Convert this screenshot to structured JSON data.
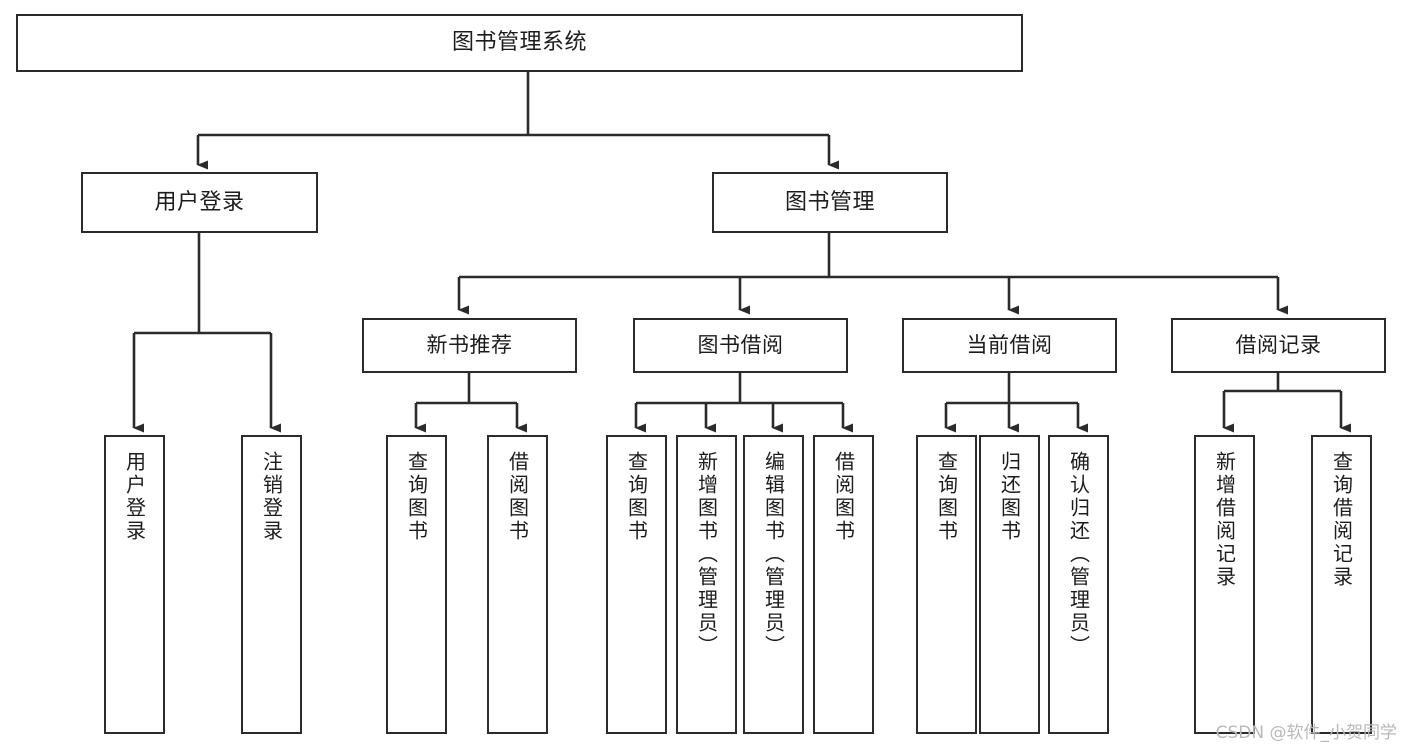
{
  "diagram": {
    "type": "tree-hierarchy",
    "title": "图书管理系统",
    "orientation": "top-down",
    "colors": {
      "box_border": "#2b2b2b",
      "box_fill": "#ffffff",
      "connector": "#2b2b2b",
      "text": "#1c1c1c",
      "watermark": "#b9b9b9",
      "background": "#ffffff"
    }
  },
  "nodes": {
    "root": {
      "label": "图书管理系统",
      "level": 0
    },
    "level1": [
      {
        "id": "user-login",
        "label": "用户登录"
      },
      {
        "id": "book-management",
        "label": "图书管理"
      }
    ],
    "level2": [
      {
        "id": "new-book-recommend",
        "label": "新书推荐",
        "parent": "book-management"
      },
      {
        "id": "book-borrow",
        "label": "图书借阅",
        "parent": "book-management"
      },
      {
        "id": "current-borrow",
        "label": "当前借阅",
        "parent": "book-management"
      },
      {
        "id": "borrow-record",
        "label": "借阅记录",
        "parent": "book-management"
      }
    ],
    "leaves": [
      {
        "id": "leaf-user-login",
        "label": "用户登录",
        "parent": "user-login"
      },
      {
        "id": "leaf-user-logout",
        "label": "注销登录",
        "parent": "user-login"
      },
      {
        "id": "leaf-query-book-1",
        "label": "查询图书",
        "parent": "new-book-recommend"
      },
      {
        "id": "leaf-borrow-book-1",
        "label": "借阅图书",
        "parent": "new-book-recommend"
      },
      {
        "id": "leaf-query-book-2",
        "label": "查询图书",
        "parent": "book-borrow"
      },
      {
        "id": "leaf-add-book",
        "label": "新增图书（管理员）",
        "parent": "book-borrow"
      },
      {
        "id": "leaf-edit-book",
        "label": "编辑图书（管理员）",
        "parent": "book-borrow"
      },
      {
        "id": "leaf-borrow-book-2",
        "label": "借阅图书",
        "parent": "book-borrow"
      },
      {
        "id": "leaf-query-book-3",
        "label": "查询图书",
        "parent": "current-borrow"
      },
      {
        "id": "leaf-return-book",
        "label": "归还图书",
        "parent": "current-borrow"
      },
      {
        "id": "leaf-confirm-return",
        "label": "确认归还（管理员）",
        "parent": "current-borrow"
      },
      {
        "id": "leaf-add-record",
        "label": "新增借阅记录",
        "parent": "borrow-record"
      },
      {
        "id": "leaf-query-record",
        "label": "查询借阅记录",
        "parent": "borrow-record"
      }
    ]
  },
  "watermark": {
    "text": "CSDN @软件_小贺同学"
  }
}
